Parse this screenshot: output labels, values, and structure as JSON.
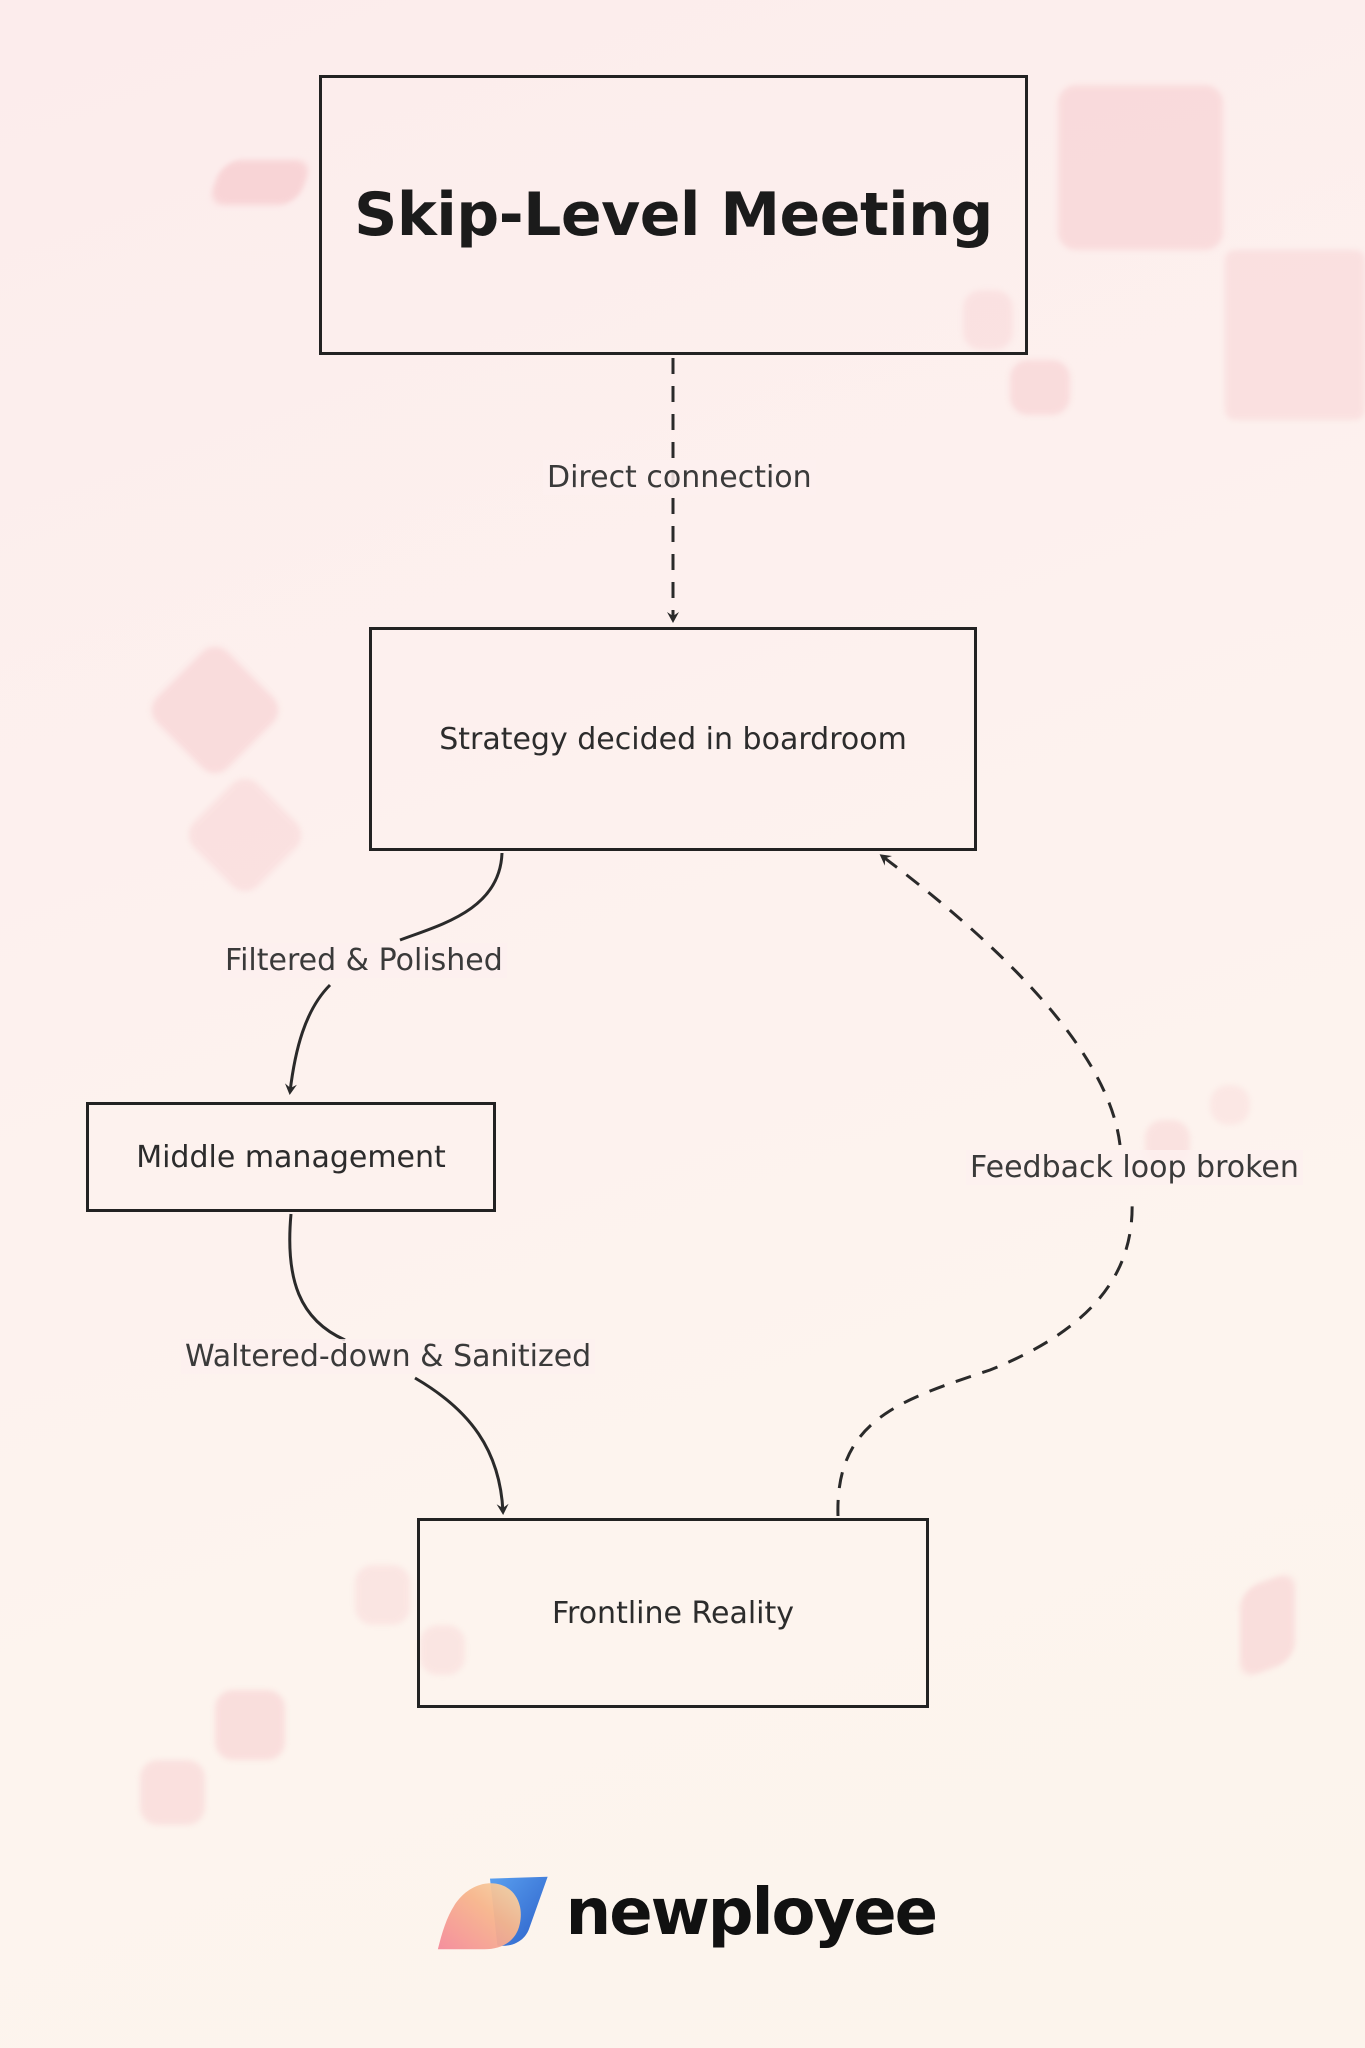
{
  "diagram": {
    "title": "Skip-Level Meeting",
    "nodes": {
      "strategy": "Strategy decided in boardroom",
      "middle": "Middle management",
      "frontline": "Frontline Reality"
    },
    "edges": {
      "direct": "Direct connection",
      "filtered": "Filtered & Polished",
      "watered": "Waltered-down & Sanitized",
      "feedback": "Feedback loop broken"
    }
  },
  "brand": {
    "name": "newployee",
    "colors": {
      "accent_pink": "#f4a0a8",
      "accent_blue": "#3a7bd5",
      "accent_orange": "#f5b06a"
    }
  },
  "colors": {
    "stroke": "#222222",
    "background": "#fdf1ee"
  }
}
